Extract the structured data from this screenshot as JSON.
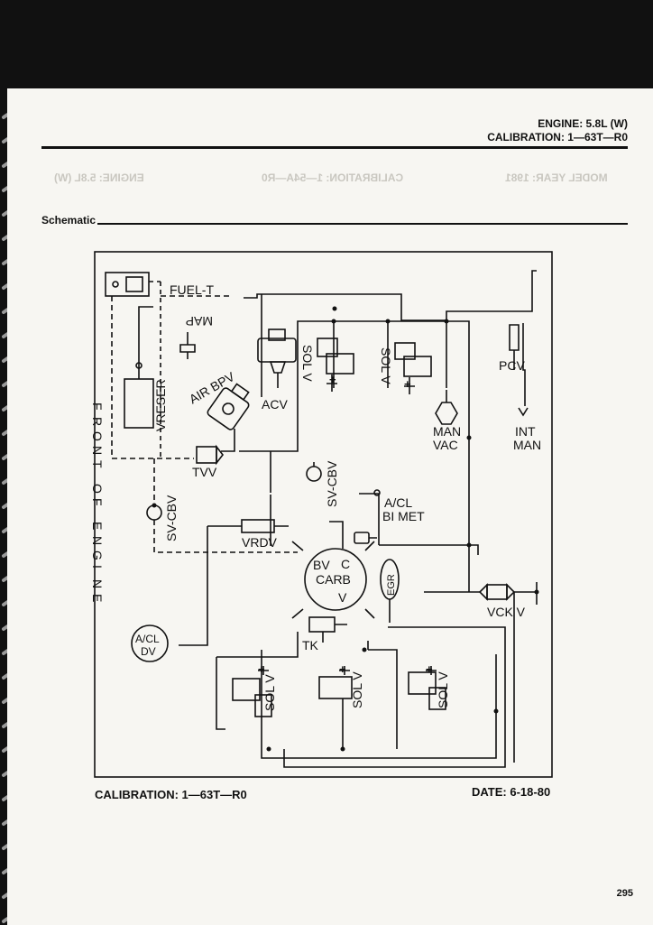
{
  "header": {
    "engine": "ENGINE: 5.8L (W)",
    "calibration": "CALIBRATION: 1—63T—R0"
  },
  "section_title": "Schematic",
  "bleed_through": {
    "model_year": "MODEL YEAR: 1981",
    "calibration": "CALIBRATION: 1—54A—R0",
    "engine": "ENGINE: 5.8L (W)"
  },
  "diagram": {
    "labels": {
      "fuel_t": "FUEL-T",
      "map": "MAP",
      "air_bpv": "AIR BPV",
      "vreser": "VRESER",
      "acv": "ACV",
      "sol_v_upper_left": "SOL V",
      "sol_v_upper_right": "SOL V",
      "pcv": "PCV",
      "man_vac": [
        "MAN",
        "VAC"
      ],
      "int_man": [
        "INT",
        "MAN"
      ],
      "front_of_engine": "FRONT OF ENGINE",
      "tvv": "TVV",
      "sv_cbv_left": "SV-CBV",
      "sv_cbv_right": "SV-CBV",
      "a_cl_bimet": [
        "A/CL",
        "BI MET"
      ],
      "vrdv": "VRDV",
      "carb": [
        "BV",
        "C",
        "CARB",
        "V"
      ],
      "egr": "EGR",
      "vck_v": "VCK V",
      "a_cl_dv": [
        "A/CL",
        "DV"
      ],
      "tk": "TK",
      "sol_v_lower_left": "SOL V",
      "sol_v_lower_mid": "SOL V",
      "sol_v_lower_right": "SOL V"
    }
  },
  "footer": {
    "calibration": "CALIBRATION: 1—63T—R0",
    "date": "DATE: 6-18-80"
  },
  "page_number": "295"
}
